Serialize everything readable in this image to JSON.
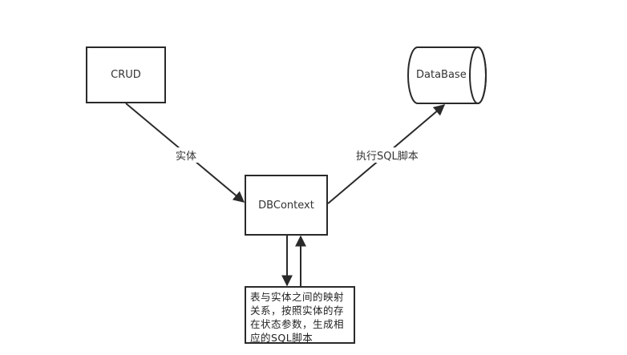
{
  "diagram": {
    "nodes": {
      "crud": {
        "label": "CRUD"
      },
      "database": {
        "label": "DataBase"
      },
      "dbcontext": {
        "label": "DBContext"
      },
      "mapping_note": {
        "label": "表与实体之间的映射关系，按照实体的存在状态参数，生成相应的SQL脚本"
      }
    },
    "edges": {
      "crud_to_dbcontext": {
        "label": "实体"
      },
      "dbcontext_to_database": {
        "label": "执行SQL脚本"
      }
    },
    "colors": {
      "stroke": "#2a2a2a",
      "text": "#333333",
      "background": "#ffffff"
    }
  }
}
